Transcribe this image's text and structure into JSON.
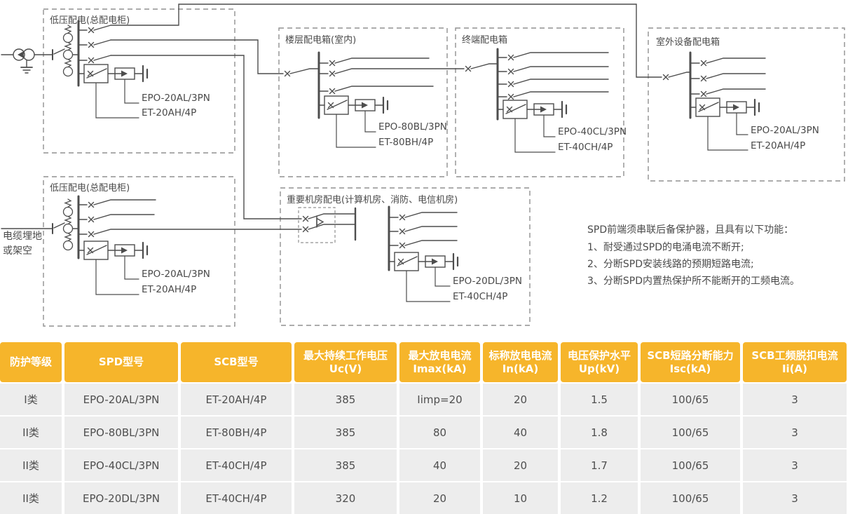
{
  "diagram": {
    "boxes": {
      "main_top": {
        "title": "低压配电(总配电柜)",
        "spd": "EPO-20AL/3PN",
        "scb": "ET-20AH/4P"
      },
      "floor": {
        "title": "楼层配电箱(室内)",
        "spd": "EPO-80BL/3PN",
        "scb": "ET-80BH/4P"
      },
      "terminal": {
        "title": "终端配电箱",
        "spd": "EPO-40CL/3PN",
        "scb": "ET-40CH/4P"
      },
      "outdoor": {
        "title": "室外设备配电箱",
        "spd": "EPO-20AL/3PN",
        "scb": "ET-20AH/4P"
      },
      "main_bottom": {
        "title": "低压配电(总配电柜)",
        "spd": "EPO-20AL/3PN",
        "scb": "ET-20AH/4P"
      },
      "server": {
        "title": "重要机房配电(计算机房、消防、电信机房)",
        "spd": "EPO-20DL/3PN",
        "scb": "ET-40CH/4P"
      }
    },
    "cable_label": "电缆埋地\n或架空",
    "notes": {
      "title": "SPD前端须串联后备保护器，且具有以下功能：",
      "item1": "1、耐受通过SPD的电涌电流不断开;",
      "item2": "2、分断SPD安装线路的预期短路电流;",
      "item3": "3、分断SPD内置热保护所不能断开的工频电流。"
    }
  },
  "table": {
    "headers": [
      "防护等级",
      "SPD型号",
      "SCB型号",
      "最大持续工作电压\nUc(V)",
      "最大放电电流\nImax(kA)",
      "标称放电电流\nIn(kA)",
      "电压保护水平\nUp(kV)",
      "SCB短路分断能力\nIsc(kA)",
      "SCB工频脱扣电流\nIi(A)"
    ],
    "rows": [
      [
        "I类",
        "EPO-20AL/3PN",
        "ET-20AH/4P",
        "385",
        "Iimp=20",
        "20",
        "1.5",
        "100/65",
        "3"
      ],
      [
        "II类",
        "EPO-80BL/3PN",
        "ET-80BH/4P",
        "385",
        "80",
        "40",
        "1.8",
        "100/65",
        "3"
      ],
      [
        "II类",
        "EPO-40CL/3PN",
        "ET-40CH/4P",
        "385",
        "40",
        "20",
        "1.7",
        "100/65",
        "3"
      ],
      [
        "II类",
        "EPO-20DL/3PN",
        "ET-40CH/4P",
        "320",
        "20",
        "10",
        "1.2",
        "100/65",
        "3"
      ]
    ]
  },
  "colors": {
    "header_bg": "#F6B52B",
    "row_bg": "#EDEDED",
    "line": "#4D4D4D",
    "text": "#4A4A4A"
  }
}
